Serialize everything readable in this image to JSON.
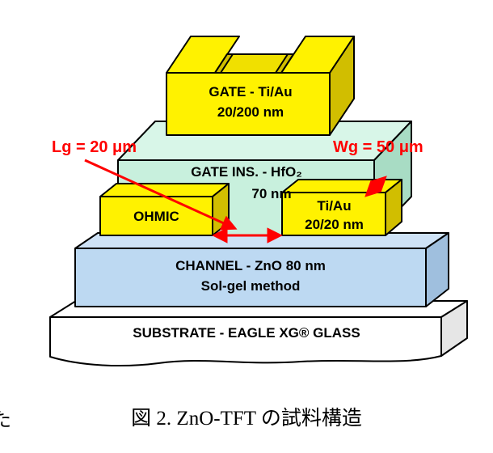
{
  "diagram": {
    "gate": {
      "line1": "GATE - Ti/Au",
      "line2": "20/200 nm"
    },
    "gate_insulator": {
      "line1": "GATE INS. - HfO₂",
      "line2": "70 nm"
    },
    "ohmic_contact": {
      "label": "OHMIC"
    },
    "drain_contact": {
      "line1": "Ti/Au",
      "line2": "20/20 nm"
    },
    "channel": {
      "line1": "CHANNEL - ZnO 80 nm",
      "line2": "Sol-gel method"
    },
    "substrate": {
      "label": "SUBSTRATE - EAGLE XG® GLASS"
    },
    "annotations": {
      "gate_length": "Lg = 20 μm",
      "gate_width": "Wg = 50 μm",
      "color": "#FF0000"
    },
    "colors": {
      "metal_yellow": "#FFF200",
      "metal_yellow_side": "#D1BE00",
      "insulator_mint": "#C8F0DD",
      "channel_blue": "#BDD9F2",
      "substrate_white": "#FFFFFF",
      "outline": "#000000"
    }
  },
  "caption": {
    "text": "図 2.  ZnO-TFT の試料構造",
    "left_fragment": "た"
  }
}
